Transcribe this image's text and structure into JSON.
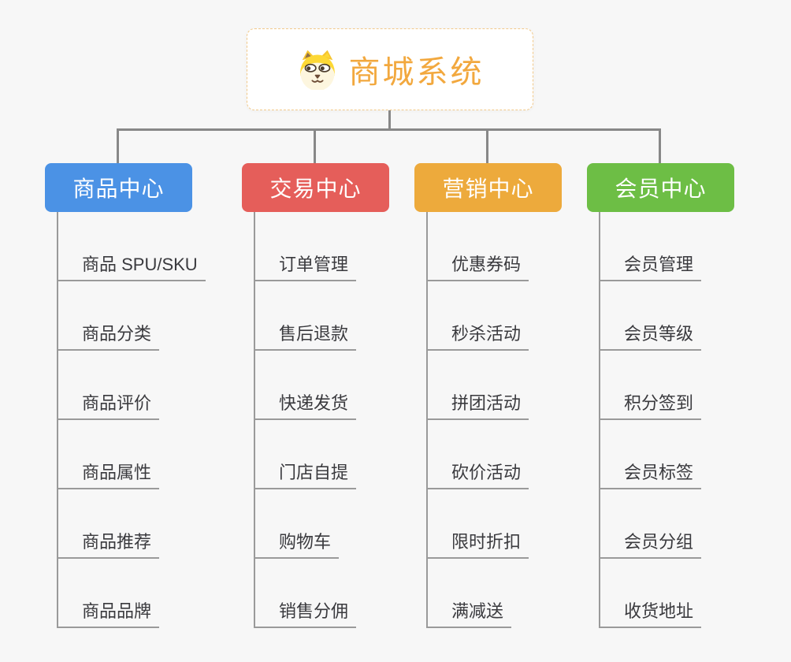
{
  "page": {
    "background": "#f7f7f7",
    "connector_color": "#888888",
    "underline_color": "#9a9a9a",
    "item_text_color": "#3a3a3e"
  },
  "root": {
    "title": "商城系统",
    "icon": "dog-face-icon",
    "text_color": "#f2a83e",
    "border_color": "#f2c98a",
    "background": "#ffffff"
  },
  "branches": [
    {
      "label": "商品中心",
      "color": "#4b92e5",
      "items": [
        "商品 SPU/SKU",
        "商品分类",
        "商品评价",
        "商品属性",
        "商品推荐",
        "商品品牌"
      ]
    },
    {
      "label": "交易中心",
      "color": "#e55e5a",
      "items": [
        "订单管理",
        "售后退款",
        "快递发货",
        "门店自提",
        "购物车",
        "销售分佣"
      ]
    },
    {
      "label": "营销中心",
      "color": "#edaa3c",
      "items": [
        "优惠券码",
        "秒杀活动",
        "拼团活动",
        "砍价活动",
        "限时折扣",
        "满减送"
      ]
    },
    {
      "label": "会员中心",
      "color": "#6dbe45",
      "items": [
        "会员管理",
        "会员等级",
        "积分签到",
        "会员标签",
        "会员分组",
        "收货地址"
      ]
    }
  ]
}
